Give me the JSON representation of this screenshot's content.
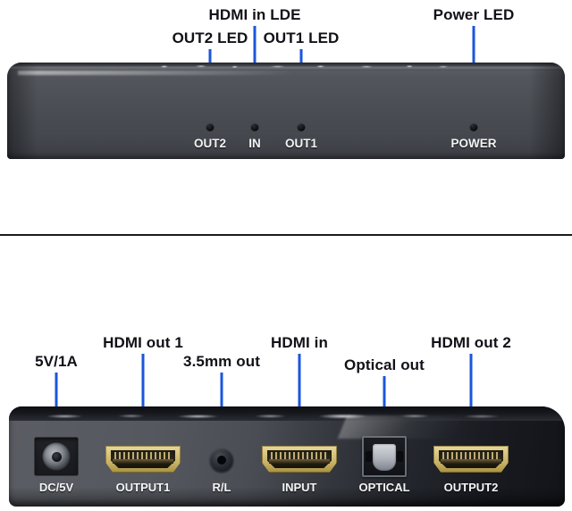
{
  "colors": {
    "callout_blue": "#1351e0",
    "label_text": "#111118",
    "device_label_text": "#f2f3f5",
    "divider": "#1b1b1b",
    "hdmi_gold": "#d9c57f"
  },
  "top_view": {
    "view_name": "front panel LED indicators",
    "callouts": [
      {
        "label": "OUT2 LED",
        "target": "OUT2 LED indicator"
      },
      {
        "label": "HDMI in LDE",
        "target": "HDMI input LED indicator"
      },
      {
        "label": "OUT1 LED",
        "target": "OUT1 LED indicator"
      },
      {
        "label": "Power LED",
        "target": "power LED indicator"
      }
    ],
    "panel_labels": [
      {
        "text": "OUT2"
      },
      {
        "text": "IN"
      },
      {
        "text": "OUT1"
      },
      {
        "text": "POWER"
      }
    ]
  },
  "bottom_view": {
    "view_name": "rear panel connectors",
    "callouts": [
      {
        "label": "5V/1A",
        "target": "DC power input jack"
      },
      {
        "label": "HDMI out 1",
        "target": "HDMI output 1 port"
      },
      {
        "label": "3.5mm out",
        "target": "3.5mm analog audio output jack"
      },
      {
        "label": "HDMI in",
        "target": "HDMI input port"
      },
      {
        "label": "Optical out",
        "target": "TOSLINK optical audio output"
      },
      {
        "label": "HDMI out 2",
        "target": "HDMI output 2 port"
      }
    ],
    "port_labels": [
      {
        "text": "DC/5V"
      },
      {
        "text": "OUTPUT1"
      },
      {
        "text": "R/L"
      },
      {
        "text": "INPUT"
      },
      {
        "text": "OPTICAL"
      },
      {
        "text": "OUTPUT2"
      }
    ]
  }
}
